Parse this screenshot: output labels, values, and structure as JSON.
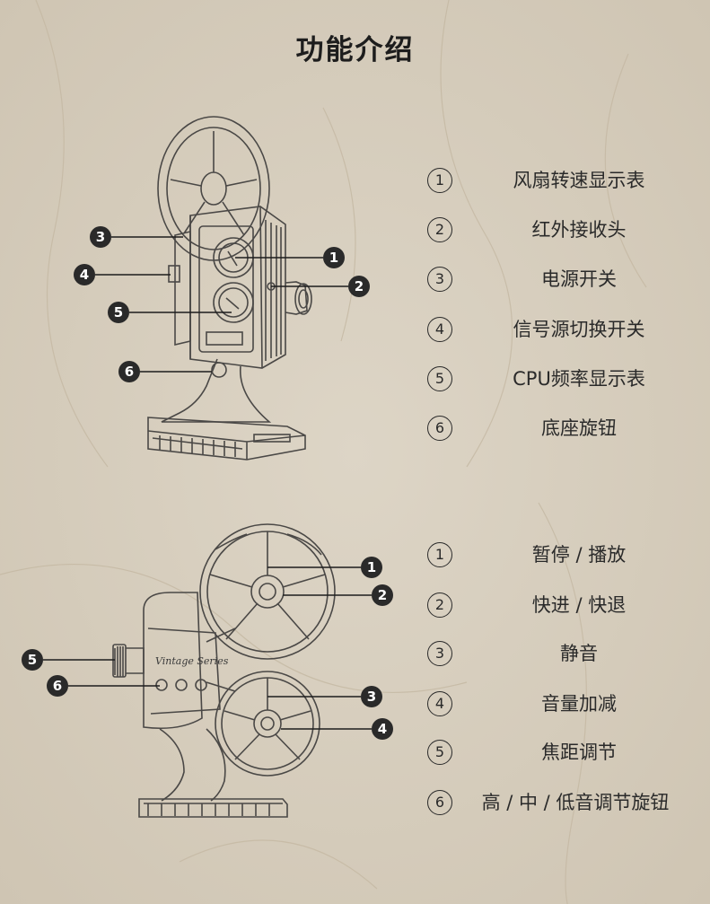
{
  "title": "功能介绍",
  "section1": {
    "items": [
      {
        "num": "1",
        "label": "风扇转速显示表"
      },
      {
        "num": "2",
        "label": "红外接收头"
      },
      {
        "num": "3",
        "label": "电源开关"
      },
      {
        "num": "4",
        "label": "信号源切换开关"
      },
      {
        "num": "5",
        "label": "CPU频率显示表"
      },
      {
        "num": "6",
        "label": "底座旋钮"
      }
    ]
  },
  "section2": {
    "items": [
      {
        "num": "1",
        "label": "暂停 / 播放"
      },
      {
        "num": "2",
        "label": "快进 / 快退"
      },
      {
        "num": "3",
        "label": "静音"
      },
      {
        "num": "4",
        "label": "音量加减"
      },
      {
        "num": "5",
        "label": "焦距调节"
      },
      {
        "num": "6",
        "label": "高 / 中 / 低音调节旋钮"
      }
    ]
  },
  "colors": {
    "background": "#d8cfbf",
    "ink": "#2a2a2a",
    "callout": "#2a2a2a"
  },
  "device_label": "Vintage Series"
}
